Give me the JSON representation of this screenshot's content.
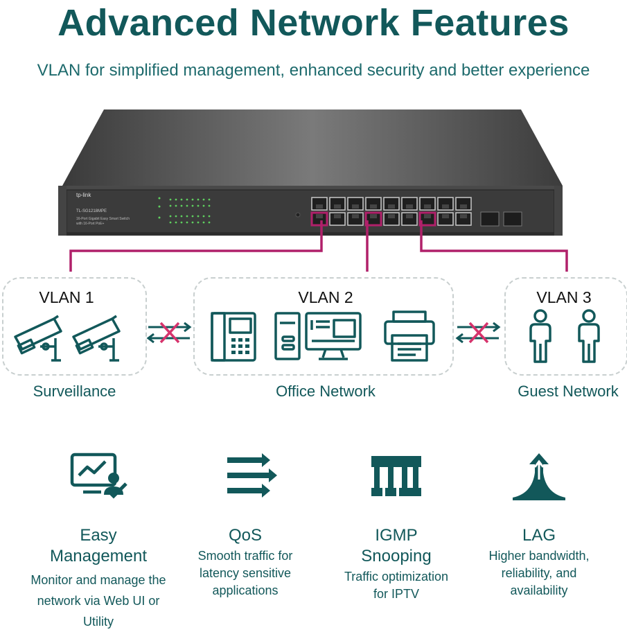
{
  "header": {
    "title": "Advanced Network Features",
    "subtitle": "VLAN for simplified management, enhanced security and better experience"
  },
  "switch": {
    "brand": "tp-link",
    "model": "TL-SG1218MPE",
    "description_line1": "16-Port Gigabit Easy Smart Switch",
    "description_line2": "with 16-Port PoE+"
  },
  "vlans": [
    {
      "label": "VLAN 1",
      "group": "Surveillance"
    },
    {
      "label": "VLAN 2",
      "group": "Office Network"
    },
    {
      "label": "VLAN 3",
      "group": "Guest Network"
    }
  ],
  "features": [
    {
      "title_line1": "Easy",
      "title_line2": "Management",
      "desc_line1": "Monitor and manage the",
      "desc_line2": "network via Web UI or",
      "desc_line3": "Utility"
    },
    {
      "title_line1": "QoS",
      "desc_line1": "Smooth traffic for",
      "desc_line2": "latency sensitive",
      "desc_line3": "applications"
    },
    {
      "title_line1": "IGMP",
      "title_line2": "Snooping",
      "desc_line1": "Traffic optimization",
      "desc_line2": "for IPTV"
    },
    {
      "title_line1": "LAG",
      "desc_line1": "Higher bandwidth,",
      "desc_line2": "reliability, and",
      "desc_line3": "availability"
    }
  ],
  "colors": {
    "teal": "#12585a",
    "magenta": "#b0206a",
    "cross": "#d6336c"
  }
}
